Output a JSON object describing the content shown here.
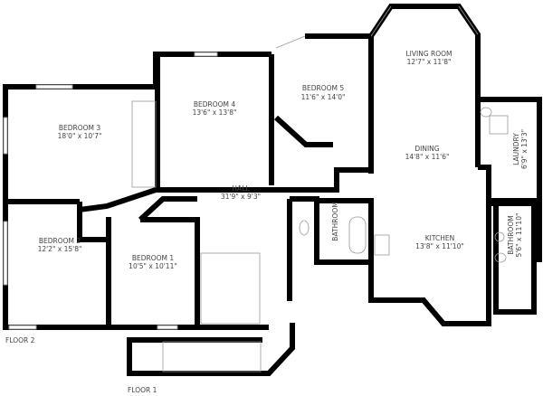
{
  "floors": [
    {
      "label": "FLOOR 2"
    },
    {
      "label": "FLOOR 1"
    }
  ],
  "rooms": [
    {
      "name": "LIVING ROOM",
      "size": "12'7\" x 11'8\""
    },
    {
      "name": "BEDROOM 5",
      "size": "11'6\" x 14'0\""
    },
    {
      "name": "BEDROOM 4",
      "size": "13'6\" x 13'8\""
    },
    {
      "name": "BEDROOM 3",
      "size": "18'0\" x 10'7\""
    },
    {
      "name": "DINING",
      "size": "14'8\" x 11'6\""
    },
    {
      "name": "LAUNDRY",
      "size": "6'9\" x 13'3\""
    },
    {
      "name": "HALL",
      "size": "31'9\" x 9'3\""
    },
    {
      "name": "BEDROOM 2",
      "size": "12'2\" x 15'8\""
    },
    {
      "name": "BEDROOM 1",
      "size": "10'5\" x 10'11\""
    },
    {
      "name": "BATHROOM",
      "size": ""
    },
    {
      "name": "KITCHEN",
      "size": "13'8\" x 11'10\""
    },
    {
      "name": "BATHROOM",
      "size": "5'6\" x 11'10\""
    }
  ]
}
